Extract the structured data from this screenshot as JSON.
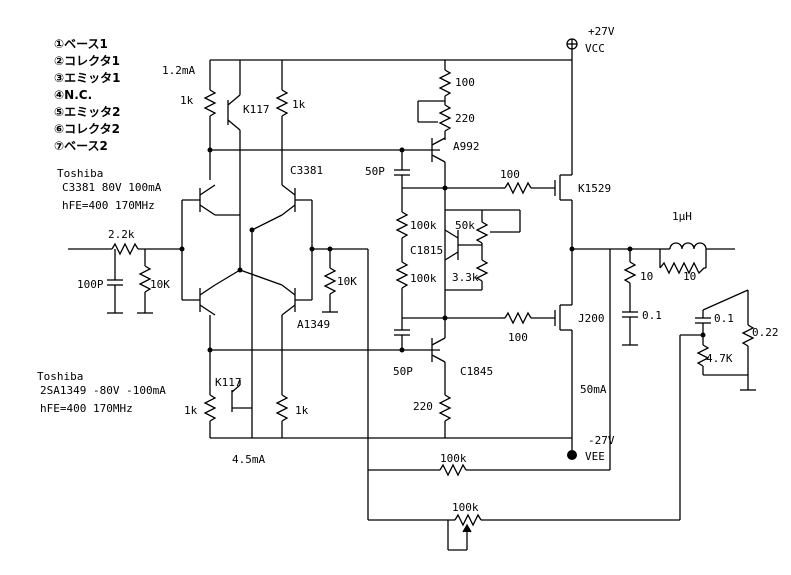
{
  "pins": [
    "①ベース1",
    "②コレクタ1",
    "③エミッタ1",
    "④N.C.",
    "⑤エミッタ2",
    "⑥コレクタ2",
    "⑦ベース2"
  ],
  "supply": {
    "vcc_voltage": "+27V",
    "vcc_name": "VCC",
    "vee_voltage": "-27V",
    "vee_name": "VEE"
  },
  "currents": {
    "top": "1.2mA",
    "bottom": "4.5mA",
    "output": "50mA"
  },
  "notes": {
    "toshiba1": "Toshiba",
    "c3381": "C3381  80V  100mA",
    "hfe1": "hFE=400 170MHz",
    "toshiba2": "Toshiba",
    "a1349": "2SA1349  -80V -100mA",
    "hfe2": "hFE=400 170MHz"
  },
  "parts": {
    "r_in": "2.2k",
    "c_in": "100P",
    "r_in_gnd": "10K",
    "r1k_tl": "1k",
    "r1k_tr": "1k",
    "r1k_bl": "1k",
    "r1k_br": "1k",
    "k117_top": "K117",
    "k117_bot": "K117",
    "c3381": "C3381",
    "a1349": "A1349",
    "r10k_mid": "10K",
    "r100_top": "100",
    "r220_top": "220",
    "a992": "A992",
    "c50p_top": "50P",
    "c50p_bot": "50P",
    "r100k_1": "100k",
    "r100k_2": "100k",
    "c1815": "C1815",
    "r50k": "50k",
    "r3_3k": "3.3k",
    "r100_gate_top": "100",
    "r100_gate_bot": "100",
    "k1529": "K1529",
    "j200": "J200",
    "c1845": "C1845",
    "r220_bot": "220",
    "l1uh": "1μH",
    "r10_par": "10",
    "r10": "10",
    "c01": "0.1",
    "c01_2": "0.1",
    "r4_7k": "4.7K",
    "r0_22": "0.22",
    "r100k_fb": "100k",
    "r100k_pot": "100k"
  }
}
